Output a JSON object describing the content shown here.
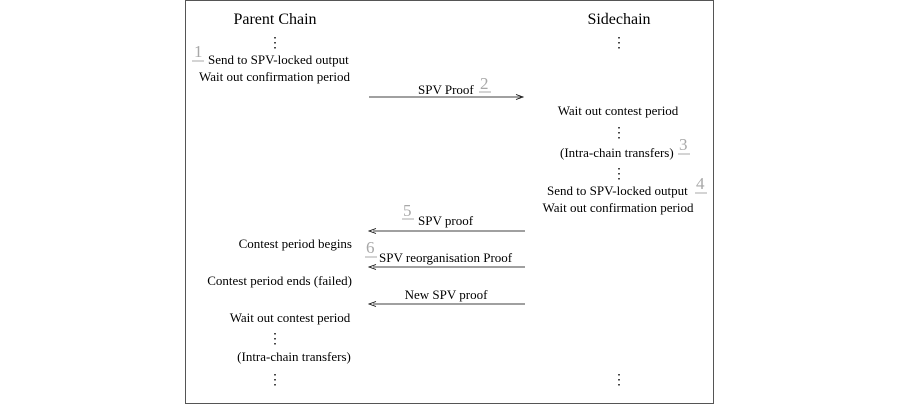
{
  "headers": {
    "parent": "Parent Chain",
    "side": "Sidechain"
  },
  "ellipsis": "⋮",
  "steps": {
    "s1": "1",
    "s2": "2",
    "s3": "3",
    "s4": "4",
    "s5": "5",
    "s6": "6"
  },
  "parent": {
    "send_output": "Send to SPV-locked output",
    "wait_confirm": "Wait out confirmation period",
    "contest_begins": "Contest period begins",
    "contest_ends": "Contest period ends (failed)",
    "wait_contest": "Wait out contest period",
    "intra": "(Intra-chain transfers)"
  },
  "side": {
    "wait_contest": "Wait out contest period",
    "intra": "(Intra-chain transfers)",
    "send_output": "Send to SPV-locked output",
    "wait_confirm": "Wait out confirmation period"
  },
  "messages": {
    "spv_proof_right": "SPV Proof",
    "spv_proof_left": "SPV proof",
    "spv_reorg": "SPV reorganisation Proof",
    "new_spv": "New SPV proof"
  }
}
